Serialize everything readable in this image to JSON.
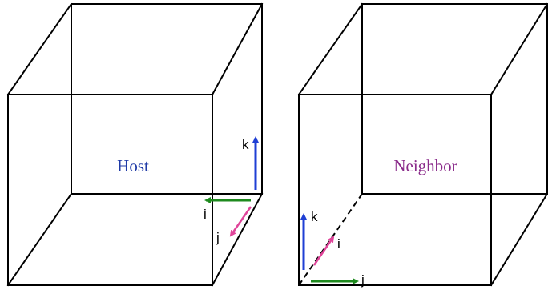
{
  "cubes": {
    "host": {
      "label": "Host",
      "label_color": "#1f3aa6",
      "axes": {
        "k": "k",
        "i": "i",
        "j": "j"
      }
    },
    "neighbor": {
      "label": "Neighbor",
      "label_color": "#8a2b8a",
      "axes": {
        "k": "k",
        "i": "i",
        "j": "j"
      }
    }
  },
  "colors": {
    "k_arrow": "#1f3fd4",
    "i_host_arrow": "#1e8a1e",
    "j_host_arrow": "#e0449a",
    "k_neighbor_arrow": "#1f3fd4",
    "i_neighbor_arrow": "#e0449a",
    "j_neighbor_arrow": "#1e8a1e"
  }
}
